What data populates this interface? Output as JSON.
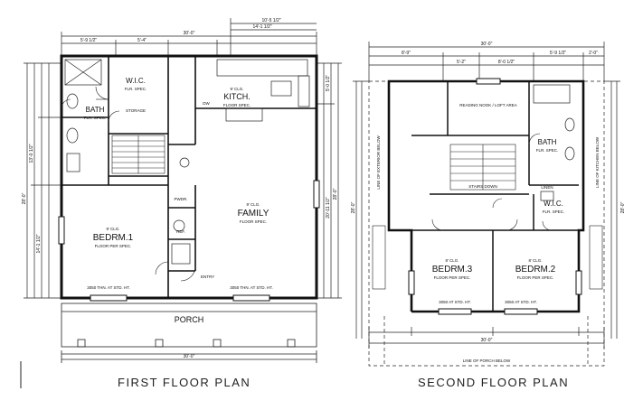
{
  "first_floor": {
    "title": "FIRST FLOOR PLAN",
    "rooms": {
      "family": "FAMILY",
      "family_note": "FLOOR SPEC.",
      "family_ceiling": "9' CLG.",
      "kitchen": "KITCH.",
      "kitchen_note": "FLOOR SPEC.",
      "kitchen_ceiling": "9' CLG.",
      "bedrm1": "BEDRM.1",
      "bedrm1_note": "FLOOR PER SPEC.",
      "bedrm1_ceiling": "9' CLG.",
      "bath": "BATH",
      "bath_note": "FLR. SPEC.",
      "wic": "W.I.C.",
      "wic_note": "FLR. SPEC.",
      "porch": "PORCH",
      "entry": "ENTRY",
      "pwdr": "PWDR.",
      "ref": "REF.",
      "dw": "DW",
      "stor": "STORAGE"
    },
    "dims": {
      "overall_top": "30'-0\"",
      "overall_bottom": "30'-0\"",
      "seg_top": [
        "5'-9 1/2\"",
        "5'-4\"",
        "14'-1 1/2\"",
        "10'-5 1/2\""
      ],
      "left_vert": [
        "13'-0 1/2\"",
        "14'-1 1/2\"",
        "28'-0\""
      ],
      "right_vert": [
        "28'-0\"",
        "20'-11 1/2\"",
        "5'-0 1/2\""
      ],
      "window_notes": [
        "3050 THN. AT STD. HT.",
        "3050 THN. AT STD. HT."
      ]
    }
  },
  "second_floor": {
    "title": "SECOND FLOOR PLAN",
    "rooms": {
      "bedrm3": "BEDRM.3",
      "bedrm3_note": "FLOOR PER SPEC.",
      "bedrm3_ceiling": "8' CLG.",
      "bedrm2": "BEDRM.2",
      "bedrm2_note": "FLOOR PER SPEC.",
      "bedrm2_ceiling": "8' CLG.",
      "bath": "BATH",
      "bath_note": "FLR. SPEC.",
      "wic": "W.I.C.",
      "wic_note": "FLR. SPEC.",
      "reading": "READING NOOK / LOFT AREA",
      "linen": "LINEN",
      "stairs": "STAIRS DOWN",
      "line_porch": "LINE OF PORCH BELOW",
      "line_left": "LINE OF EXTERIOR BELOW",
      "line_right": "LINE OF KITCHEN BELOW"
    },
    "dims": {
      "overall_top": "30'-0\"",
      "overall_bottom": "30'-0\"",
      "seg_top": [
        "8'-9\"",
        "5'-2\"",
        "8'-0 1/2\"",
        "5'-9 1/2\"",
        "2'-0\""
      ],
      "left_vert": "28'-0\"",
      "right_vert": "28'-0\"",
      "window_notes": [
        "3050 AT STD. HT.",
        "3050 AT STD. HT."
      ]
    }
  }
}
